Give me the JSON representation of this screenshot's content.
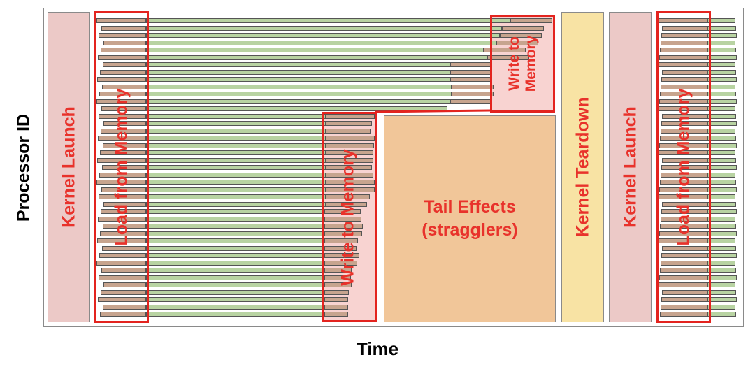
{
  "axes": {
    "y_label": "Processor ID",
    "x_label": "Time"
  },
  "phases": {
    "kernel_launch_1": "Kernel Launch",
    "load_from_memory_1": "Load from Memory",
    "write_to_memory_lower": "Write to Memory",
    "write_to_memory_upper_line1": "Write to",
    "write_to_memory_upper_line2": "Memory",
    "tail_effects_line1": "Tail Effects",
    "tail_effects_line2": "(stragglers)",
    "kernel_teardown": "Kernel Teardown",
    "kernel_launch_2": "Kernel Launch",
    "load_from_memory_2": "Load from Memory"
  },
  "colors": {
    "kernel_launch": "#ecc9c7",
    "kernel_teardown": "#f8e3a4",
    "tail_effects": "#f1c699",
    "compute_bar": "#b8d3a2",
    "memory_bar": "#c7a48e",
    "highlight_red": "#e3241f",
    "label_red": "#e8322b"
  }
}
